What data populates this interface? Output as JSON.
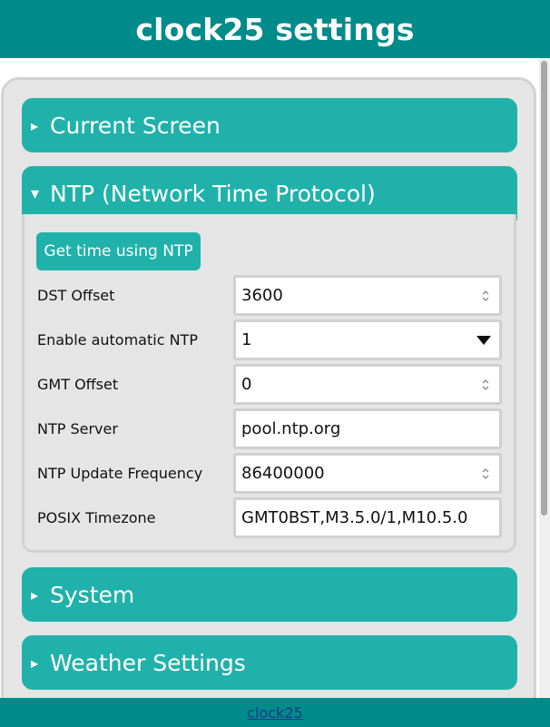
{
  "header": {
    "title": "clock25 settings"
  },
  "sections": {
    "current_screen": {
      "caret": "▸",
      "label": "Current Screen"
    },
    "ntp": {
      "caret": "▾",
      "label": "NTP (Network Time Protocol)"
    },
    "system": {
      "caret": "▸",
      "label": "System"
    },
    "weather": {
      "caret": "▸",
      "label": "Weather Settings"
    }
  },
  "ntp": {
    "get_time_button": "Get time using NTP",
    "fields": [
      {
        "label": "DST Offset",
        "value": "3600",
        "control": "number"
      },
      {
        "label": "Enable automatic NTP",
        "value": "1",
        "control": "select"
      },
      {
        "label": "GMT Offset",
        "value": "0",
        "control": "number"
      },
      {
        "label": "NTP Server",
        "value": "pool.ntp.org",
        "control": "text"
      },
      {
        "label": "NTP Update Frequency",
        "value": "86400000",
        "control": "number"
      },
      {
        "label": "POSIX Timezone",
        "value": "GMT0BST,M3.5.0/1,M10.5.0",
        "control": "text"
      }
    ]
  },
  "footer": {
    "link": "clock25"
  },
  "colors": {
    "header_bg": "#008b8b",
    "accent": "#20b2aa",
    "panel_bg": "#e5e5e5",
    "link": "#1a3a8a"
  }
}
